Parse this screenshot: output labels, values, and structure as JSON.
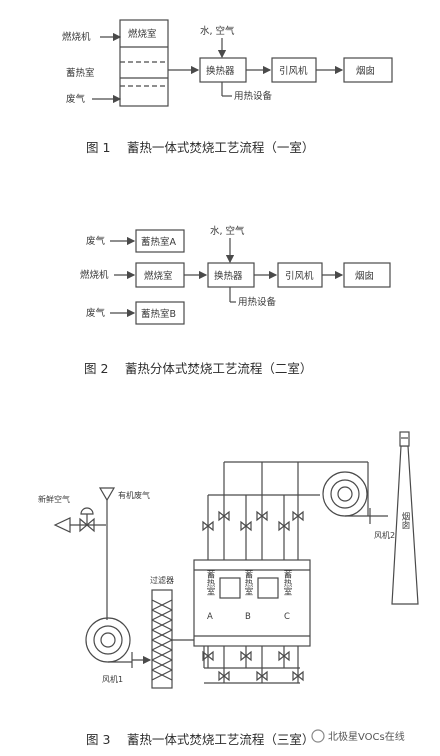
{
  "fig1": {
    "caption": "图 1　 蓄热一体式焚烧工艺流程（一室）",
    "burner": "燃烧机",
    "heat_storage": "蓄热室",
    "waste_gas": "废气",
    "combustion_chamber": "燃烧室",
    "water_air": "水, 空气",
    "exchanger": "换热器",
    "heat_use": "用热设备",
    "fan": "引风机",
    "chimney": "烟囱"
  },
  "fig2": {
    "caption": "图 2　 蓄热分体式焚烧工艺流程（二室）",
    "waste_gas_a": "废气",
    "chamber_a": "蓄热室A",
    "burner": "燃烧机",
    "combustion_chamber": "燃烧室",
    "waste_gas_b": "废气",
    "chamber_b": "蓄热室B",
    "water_air": "水, 空气",
    "exchanger": "换热器",
    "heat_use": "用热设备",
    "fan": "引风机",
    "chimney": "烟囱"
  },
  "fig3": {
    "caption": "图 3　 蓄热一体式焚烧工艺流程（三室）",
    "fresh_air": "新鲜空气",
    "organic_gas": "有机废气",
    "filter": "过滤器",
    "fan1": "风机1",
    "fan2": "风机2",
    "chimney": "烟囱",
    "chamber_text": "蓄热室",
    "chamber_letters": [
      "A",
      "B",
      "C"
    ]
  },
  "watermark": "北极星VOCs在线"
}
